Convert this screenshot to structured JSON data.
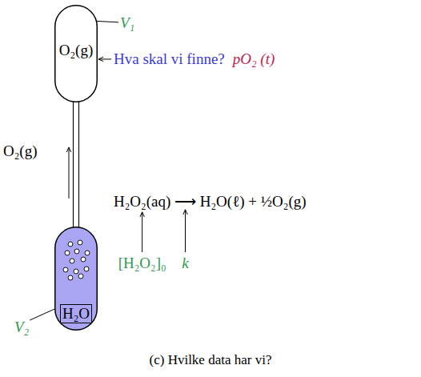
{
  "diagram": {
    "caption": "(c) Hvilke data har vi?",
    "nodes": [
      {
        "text": [
          "O₂(g)"
        ]
      },
      {
        "text": [
          "H₂O"
        ]
      }
    ],
    "edges": [
      {
        "from": 1,
        "to": 0,
        "arrow": "none"
      }
    ],
    "labels": [
      "V₁",
      "Hva skal vi finne?",
      "pO₂ (t)",
      "O₂(g)",
      "H₂O₂(aq) ⟶ H₂O(ℓ) + ½O₂(g)",
      "[H₂O₂]₀",
      "k",
      "V₂"
    ]
  }
}
